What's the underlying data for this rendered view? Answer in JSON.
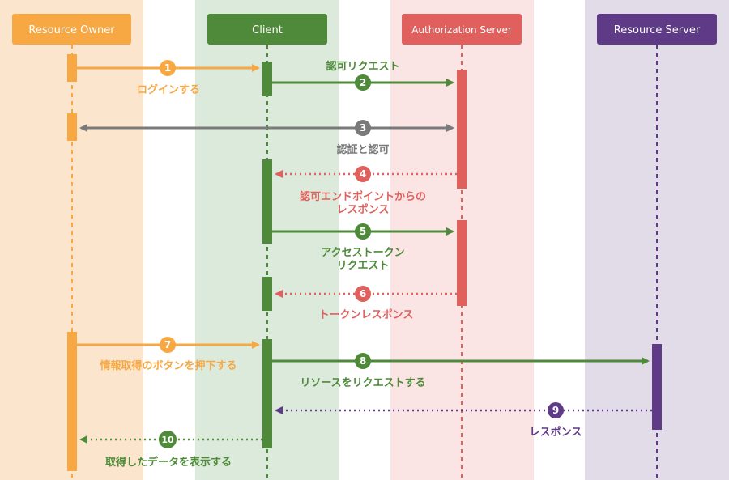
{
  "colors": {
    "owner": "#f7a842",
    "owner_bg": "#fbe5cc",
    "client": "#4e8a3a",
    "client_bg": "#dceadb",
    "auth": "#e0605e",
    "auth_bg": "#fbe5e4",
    "resource": "#5e3a87",
    "resource_bg": "#e2dbe8",
    "gray": "#7a7a7a"
  },
  "actors": {
    "owner": "Resource Owner",
    "client": "Client",
    "auth": "Authorization Server",
    "resource": "Resource Server"
  },
  "steps": [
    {
      "num": "1",
      "lines": [
        "ログインする"
      ]
    },
    {
      "num": "2",
      "lines": [
        "認可リクエスト"
      ]
    },
    {
      "num": "3",
      "lines": [
        "認証と認可"
      ]
    },
    {
      "num": "4",
      "lines": [
        "認可エンドポイントからの",
        "レスポンス"
      ]
    },
    {
      "num": "5",
      "lines": [
        "アクセストークン",
        "リクエスト"
      ]
    },
    {
      "num": "6",
      "lines": [
        "トークンレスポンス"
      ]
    },
    {
      "num": "7",
      "lines": [
        "情報取得のボタンを押下する"
      ]
    },
    {
      "num": "8",
      "lines": [
        "リソースをリクエストする"
      ]
    },
    {
      "num": "9",
      "lines": [
        "レスポンス"
      ]
    },
    {
      "num": "10",
      "lines": [
        "取得したデータを表示する"
      ]
    }
  ]
}
